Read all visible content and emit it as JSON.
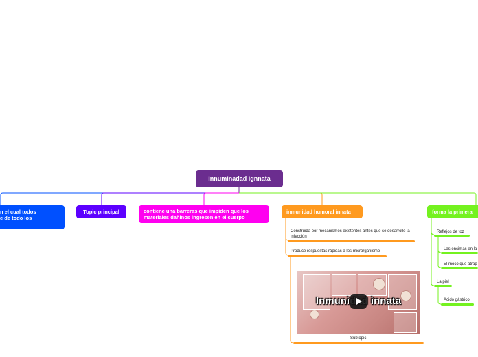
{
  "root": {
    "label": "innuminadad ignnata"
  },
  "topics": [
    {
      "label": "n el cual todos\ne de todo los",
      "color": "#0050ff"
    },
    {
      "label": "Topic principal",
      "color": "#5c00ff"
    },
    {
      "label": "contiene  una barreras que impiden que los materiales dañinos ingresen en el cuerpo",
      "color": "#ff00f0"
    },
    {
      "label": "inmunidad humoral innata",
      "color": "#ff9a1f"
    },
    {
      "label": "forma la primera",
      "color": "#74f21f"
    }
  ],
  "humoral": {
    "items": [
      "Construida por mecanismos existentes antes que se desarrolle la infección",
      "Produce respuestas rápidas a los microrganismo"
    ],
    "video_title": "Inmunidad innata",
    "video_caption": "Subtopic"
  },
  "primera": {
    "items": [
      "Reflejos de toz",
      "Las encimas en la",
      "El moco,que atrap",
      "La piel",
      "Ácido gástrico"
    ]
  },
  "colors": {
    "root": "#6b2d8f",
    "blue": "#0050ff",
    "violet": "#5c00ff",
    "magenta": "#ff00f0",
    "orange": "#ff9a1f",
    "green": "#74f21f"
  }
}
